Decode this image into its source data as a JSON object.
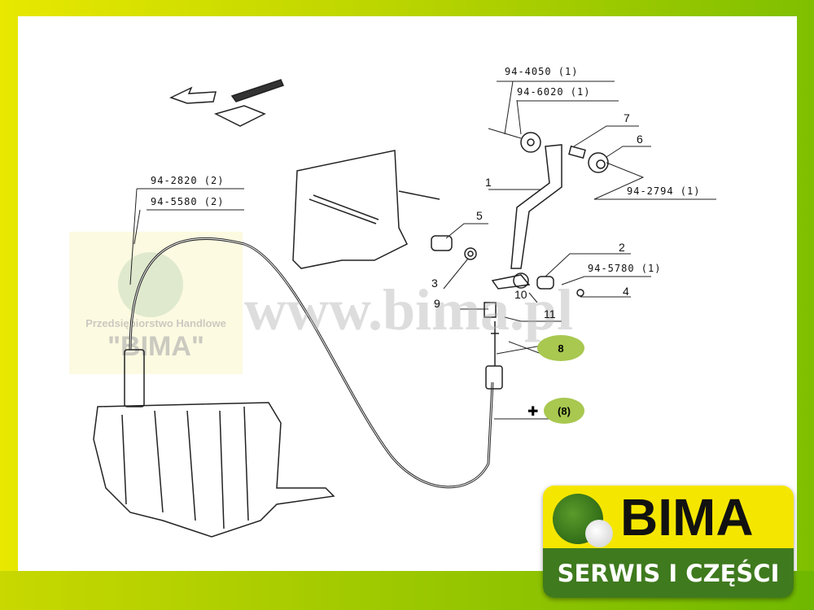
{
  "labels": {
    "p4050": "94-4050 (1)",
    "p6020": "94-6020 (1)",
    "p2794": "94-2794 (1)",
    "p2820": "94-2820 (2)",
    "p5580": "94-5580 (2)",
    "p5780": "94-5780 (1)"
  },
  "callouts": {
    "n1": "1",
    "n2": "2",
    "n3": "3",
    "n4": "4",
    "n5": "5",
    "n6": "6",
    "n7": "7",
    "n9": "9",
    "n10": "10",
    "n11": "11",
    "n8": "8",
    "n8b": "(8)"
  },
  "watermark": {
    "url": "www.bima.pl",
    "company_line": "Przedsiębiorstwo Handlowe",
    "company_name": "\"BIMA\""
  },
  "logo": {
    "name": "BIMA",
    "tagline": "SERWIS I CZĘŚCI"
  },
  "colors": {
    "yellow": "#f5e600",
    "green": "#3f7a1e",
    "highlight": "#a8c850"
  }
}
